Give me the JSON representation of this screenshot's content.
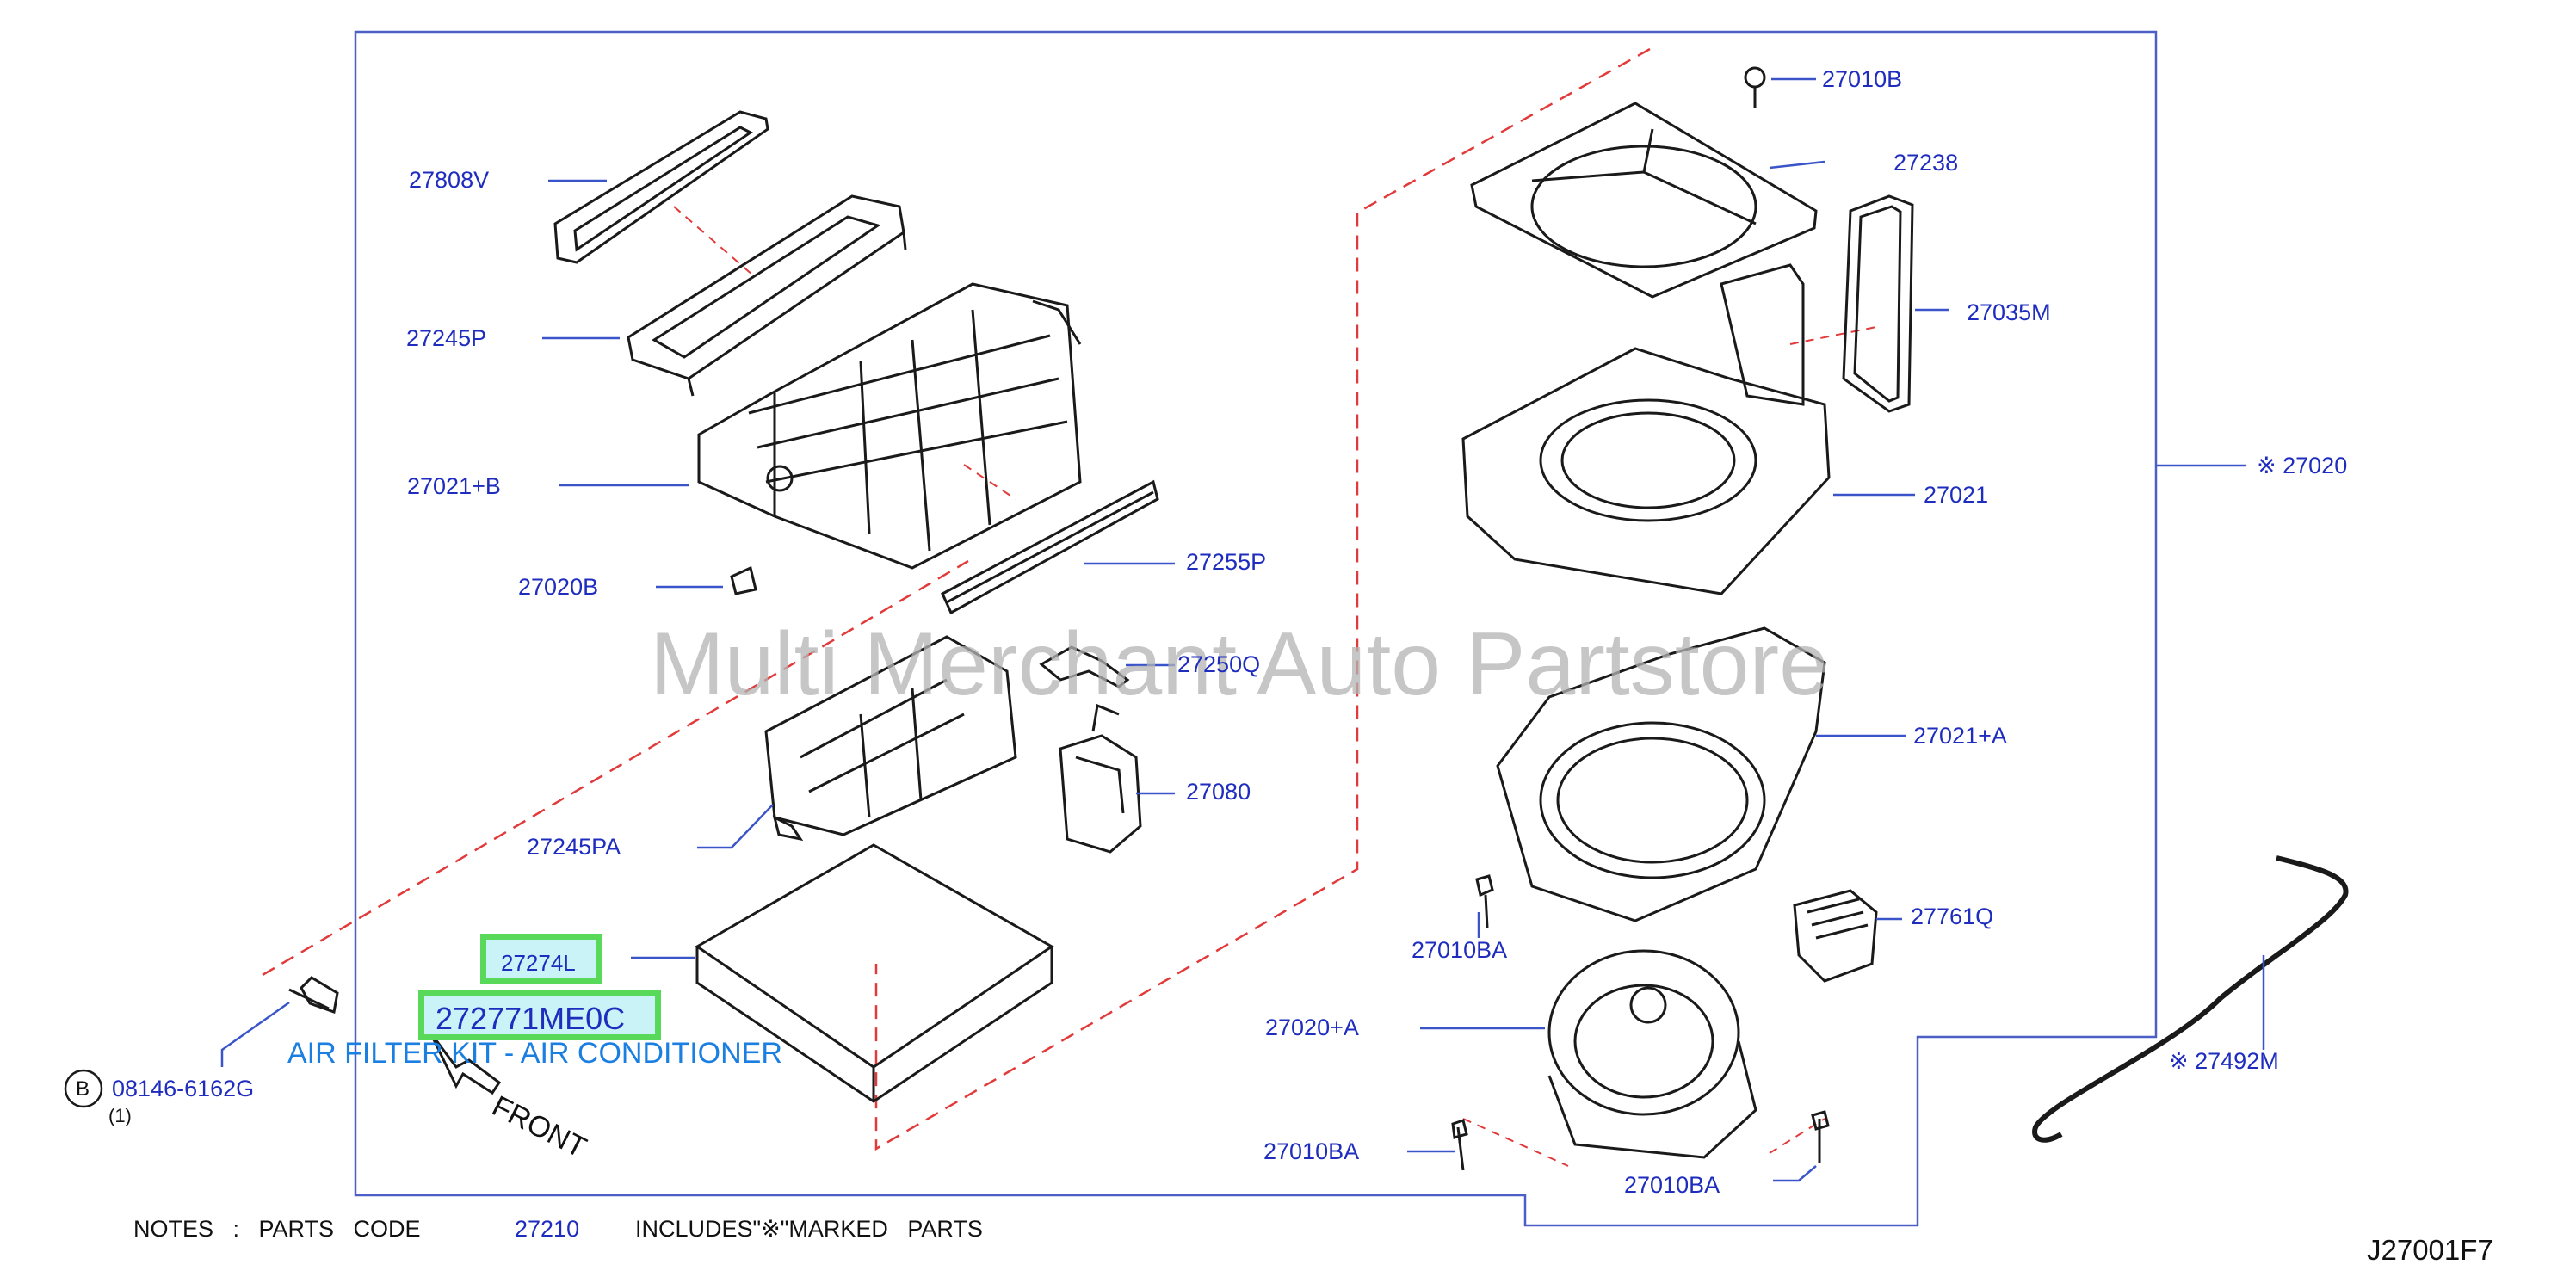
{
  "watermark": "Multi Merchant Auto Partstore",
  "callouts": {
    "p27808V": "27808V",
    "p27245P": "27245P",
    "p27021B": "27021+B",
    "p27020B": "27020B",
    "p27255P": "27255P",
    "p27250Q": "27250Q",
    "p27080": "27080",
    "p27245PA": "27245PA",
    "p27010B": "27010B",
    "p27238": "27238",
    "p27035M": "27035M",
    "p27021": "27021",
    "p27020": "※ 27020",
    "p27021A": "27021+A",
    "p27010BA_a": "27010BA",
    "p27761Q": "27761Q",
    "p27020A": "27020+A",
    "p27010BA_b": "27010BA",
    "p27010BA_c": "27010BA",
    "p27492M": "※ 27492M",
    "p08146": "08146-6162G"
  },
  "bolt_marker": "B",
  "bolt_qty": "(1)",
  "highlighted": {
    "filter_ref": "27274L",
    "part_number": "272771ME0C"
  },
  "kit_caption": "AIR FILTER KIT - AIR CONDITIONER",
  "front_label": "FRONT",
  "notes": {
    "prefix": "NOTES   :   PARTS   CODE",
    "code": "27210",
    "suffix": "INCLUDES\"※\"MARKED   PARTS"
  },
  "diagram_id": "J27001F7",
  "colors": {
    "callout_text": "#1f2dbf",
    "leader_line": "#3a55c9",
    "dash_line": "#e23a3a",
    "highlight_border": "#58d95a",
    "highlight_fill": "#c9f3f7",
    "kit_caption": "#1a7fe0",
    "watermark": "#b4b4b4"
  }
}
